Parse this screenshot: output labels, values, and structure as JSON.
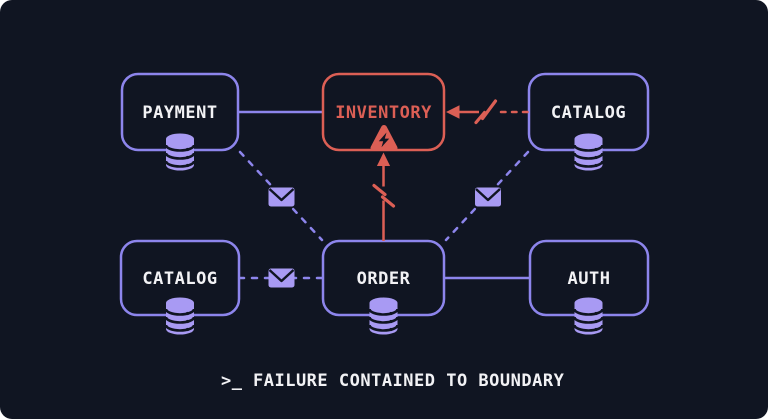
{
  "diagram": {
    "nodes": [
      {
        "id": "payment",
        "label": "PAYMENT",
        "state": "healthy",
        "has_database": true
      },
      {
        "id": "inventory",
        "label": "INVENTORY",
        "state": "failed",
        "has_database": false,
        "badge": "alert"
      },
      {
        "id": "catalog-top",
        "label": "CATALOG",
        "state": "healthy",
        "has_database": true
      },
      {
        "id": "catalog-bottom",
        "label": "CATALOG",
        "state": "healthy",
        "has_database": true
      },
      {
        "id": "order",
        "label": "ORDER",
        "state": "healthy",
        "has_database": true
      },
      {
        "id": "auth",
        "label": "AUTH",
        "state": "healthy",
        "has_database": true
      }
    ],
    "links": [
      {
        "from": "payment",
        "to": "inventory",
        "style": "solid",
        "color": "purple"
      },
      {
        "from": "catalog-top",
        "to": "inventory",
        "style": "dashed",
        "color": "red",
        "arrow": true,
        "broken": true
      },
      {
        "from": "order",
        "to": "inventory",
        "style": "solid",
        "color": "red",
        "arrow": true,
        "broken": true
      },
      {
        "from": "payment",
        "to": "order",
        "style": "dashed",
        "color": "purple",
        "message": true
      },
      {
        "from": "catalog-top",
        "to": "order",
        "style": "dashed",
        "color": "purple",
        "message": true
      },
      {
        "from": "catalog-bottom",
        "to": "order",
        "style": "dashed",
        "color": "purple",
        "message": true
      },
      {
        "from": "order",
        "to": "auth",
        "style": "solid",
        "color": "purple"
      }
    ],
    "caption": {
      "prompt": ">_",
      "text": "FAILURE CONTAINED TO BOUNDARY"
    },
    "colors": {
      "background": "#101522",
      "page": "#ffffff",
      "primary": "#8d85ec",
      "primary_light": "#a89af3",
      "alert": "#dc5f55",
      "text": "#f2f2f5"
    }
  }
}
